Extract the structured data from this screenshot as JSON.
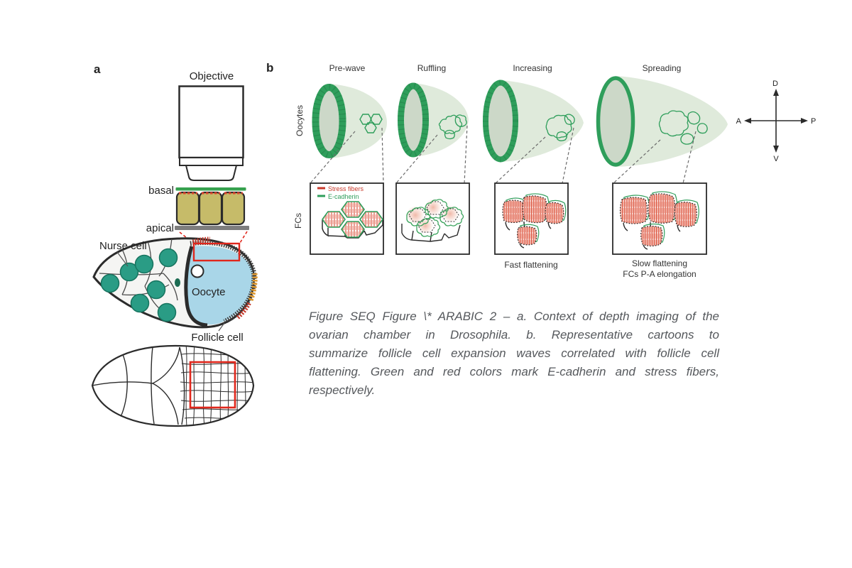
{
  "panel_a": {
    "label": "a",
    "objective_label": "Objective",
    "basal_label": "basal",
    "apical_label": "apical",
    "nurse_cell_label": "Nurse cell",
    "oocyte_label": "Oocyte",
    "follicle_cell_label": "Follicle cell"
  },
  "panel_b": {
    "label": "b",
    "stages": [
      "Pre-wave",
      "Ruffling",
      "Increasing",
      "Spreading"
    ],
    "row_labels": {
      "oocytes": "Oocytes",
      "fcs": "FCs"
    },
    "legend": {
      "stress_fibers": "Stress fibers",
      "e_cadherin": "E-cadherin"
    },
    "annotations": {
      "fast_flattening": "Fast flattening",
      "slow_flattening": "Slow flattening",
      "fcs_pa_elongation": "FCs P-A elongation"
    },
    "compass": {
      "dorsal": "D",
      "ventral": "V",
      "anterior": "A",
      "posterior": "P"
    }
  },
  "caption": {
    "lines": [
      "Figure  SEQ Figure \\* ARABIC 2 – a. Context of depth imaging of the",
      "ovarian chamber in Drosophila. b. Representative cartoons to",
      "summarize follicle cell expansion waves correlated with follicle cell",
      "flattening. Green and red colors mark E-cadherin and stress fibers,",
      "respectively."
    ],
    "full_text": "Figure  SEQ Figure \\* ARABIC 2 – a. Context of depth imaging of the ovarian chamber in Drosophila. b. Representative cartoons to summarize follicle cell expansion waves correlated with follicle cell flattening. Green and red colors mark E-cadherin and stress fibers, respectively."
  },
  "colors": {
    "ecadherin_green": "#2f9e5b",
    "stress_fiber_red": "#d9432f",
    "oocyte_body_green": "#dfeadb",
    "oocyte_ring_interior": "#ccd8c8",
    "follicle_khaki": "#c6bb69",
    "oocyte_blue": "#a9d6e8",
    "nucleus_teal": "#2a9c85",
    "highlight_red": "#e0271c",
    "caption_gray": "#55585c"
  }
}
